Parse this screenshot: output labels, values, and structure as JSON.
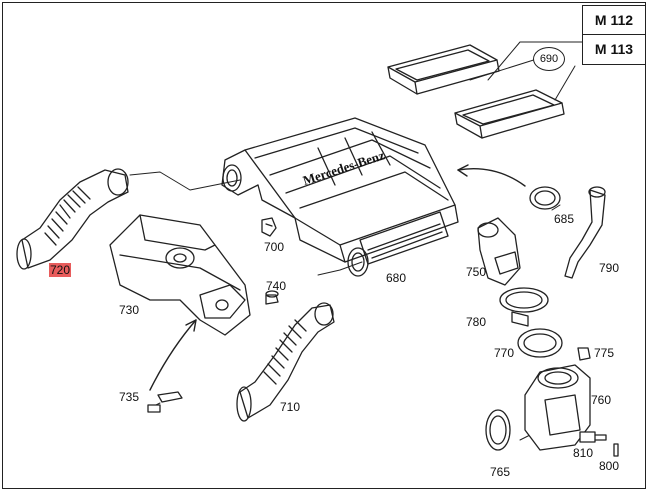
{
  "models": {
    "m1": "M 112",
    "m2": "M 113"
  },
  "circled_callout": "690",
  "embossed_text": "Mercedes-Benz",
  "highlight_color": "#e85c5c",
  "parts": {
    "p720": "720",
    "p730": "730",
    "p700": "700",
    "p740": "740",
    "p680": "680",
    "p685": "685",
    "p750": "750",
    "p790": "790",
    "p780": "780",
    "p770": "770",
    "p775": "775",
    "p735": "735",
    "p710": "710",
    "p760": "760",
    "p810": "810",
    "p800": "800",
    "p765": "765"
  }
}
